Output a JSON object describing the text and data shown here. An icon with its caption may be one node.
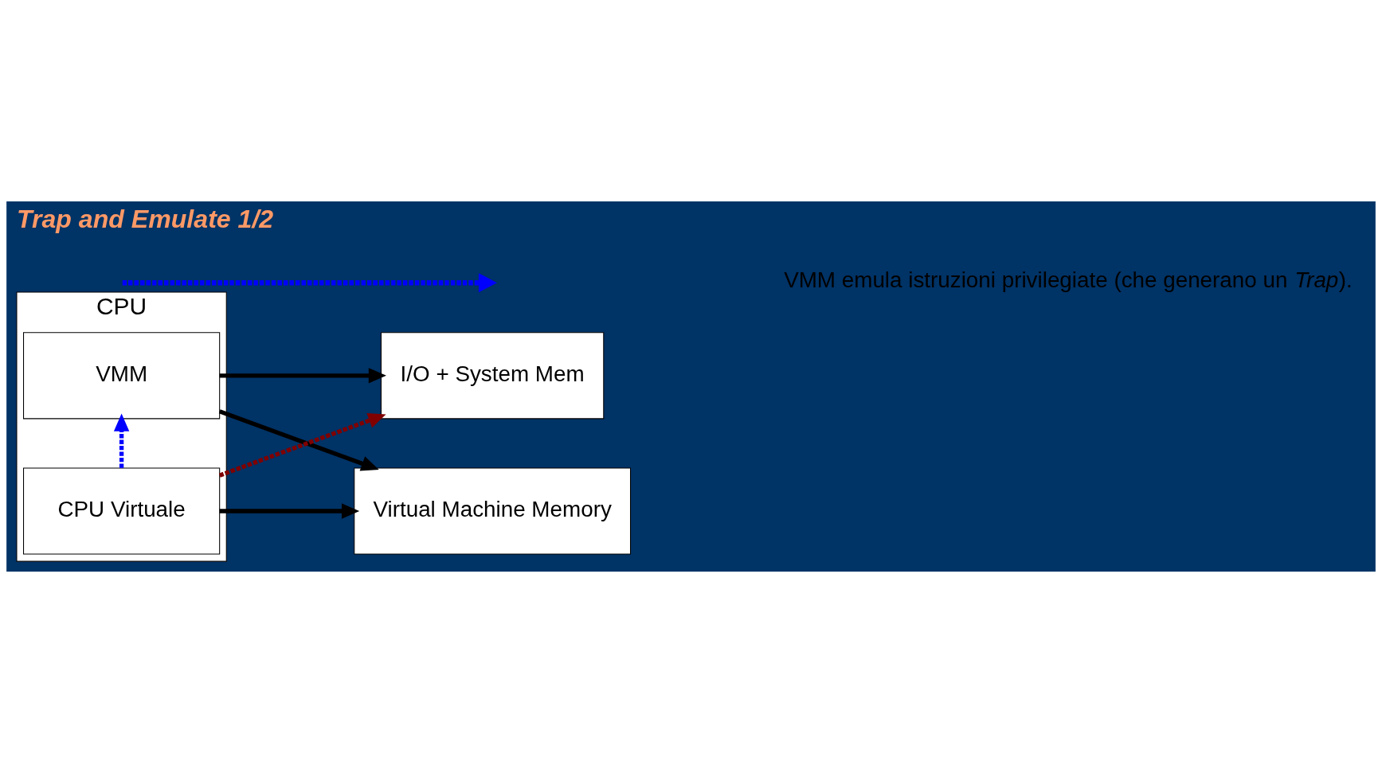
{
  "diagram": {
    "title": "Trap and Emulate 1/2",
    "nodes": [
      {
        "text": [
          "CPU"
        ]
      },
      {
        "text": [
          "VMM"
        ],
        "in": 0
      },
      {
        "text": [
          "CPU Virtuale"
        ],
        "in": 0
      },
      {
        "text": [
          "I/O + System Mem"
        ]
      },
      {
        "text": [
          "Virtual Machine Memory"
        ]
      }
    ],
    "edges": [
      {
        "from": 1,
        "to": 3,
        "arrow": "to"
      },
      {
        "from": 1,
        "to": 4,
        "arrow": "to"
      },
      {
        "from": 2,
        "to": 4,
        "arrow": "to"
      },
      {
        "from": 2,
        "to": 3,
        "arrow": "to",
        "style": "dashed",
        "color": "#800000"
      },
      {
        "from": 2,
        "to": 1,
        "arrow": "to",
        "style": "dashed",
        "color": "#0000ff"
      }
    ],
    "legend": [
      {
        "text": "VMM emula istruzioni privilegiate (che generano un *Trap*)."
      }
    ]
  }
}
